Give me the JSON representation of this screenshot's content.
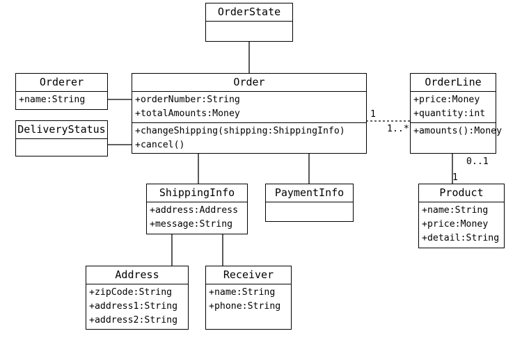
{
  "classes": {
    "order_state": {
      "name": "OrderState"
    },
    "orderer": {
      "name": "Orderer",
      "attributes": [
        "+name:String"
      ]
    },
    "delivery_status": {
      "name": "DeliveryStatus"
    },
    "order": {
      "name": "Order",
      "attributes": [
        "+orderNumber:String",
        "+totalAmounts:Money"
      ],
      "operations": [
        "+changeShipping(shipping:ShippingInfo)",
        "+cancel()"
      ]
    },
    "order_line": {
      "name": "OrderLine",
      "attributes": [
        "+price:Money",
        "+quantity:int"
      ],
      "operations": [
        "+amounts():Money"
      ]
    },
    "shipping_info": {
      "name": "ShippingInfo",
      "attributes": [
        "+address:Address",
        "+message:String"
      ]
    },
    "payment_info": {
      "name": "PaymentInfo"
    },
    "product": {
      "name": "Product",
      "attributes": [
        "+name:String",
        "+price:Money",
        "+detail:String"
      ]
    },
    "address": {
      "name": "Address",
      "attributes": [
        "+zipCode:String",
        "+address1:String",
        "+address2:String"
      ]
    },
    "receiver": {
      "name": "Receiver",
      "attributes": [
        "+name:String",
        "+phone:String"
      ]
    }
  },
  "multiplicities": {
    "order_end": "1",
    "orderline_end": "1..*",
    "orderline_product_end": "0..1",
    "product_end": "1"
  }
}
